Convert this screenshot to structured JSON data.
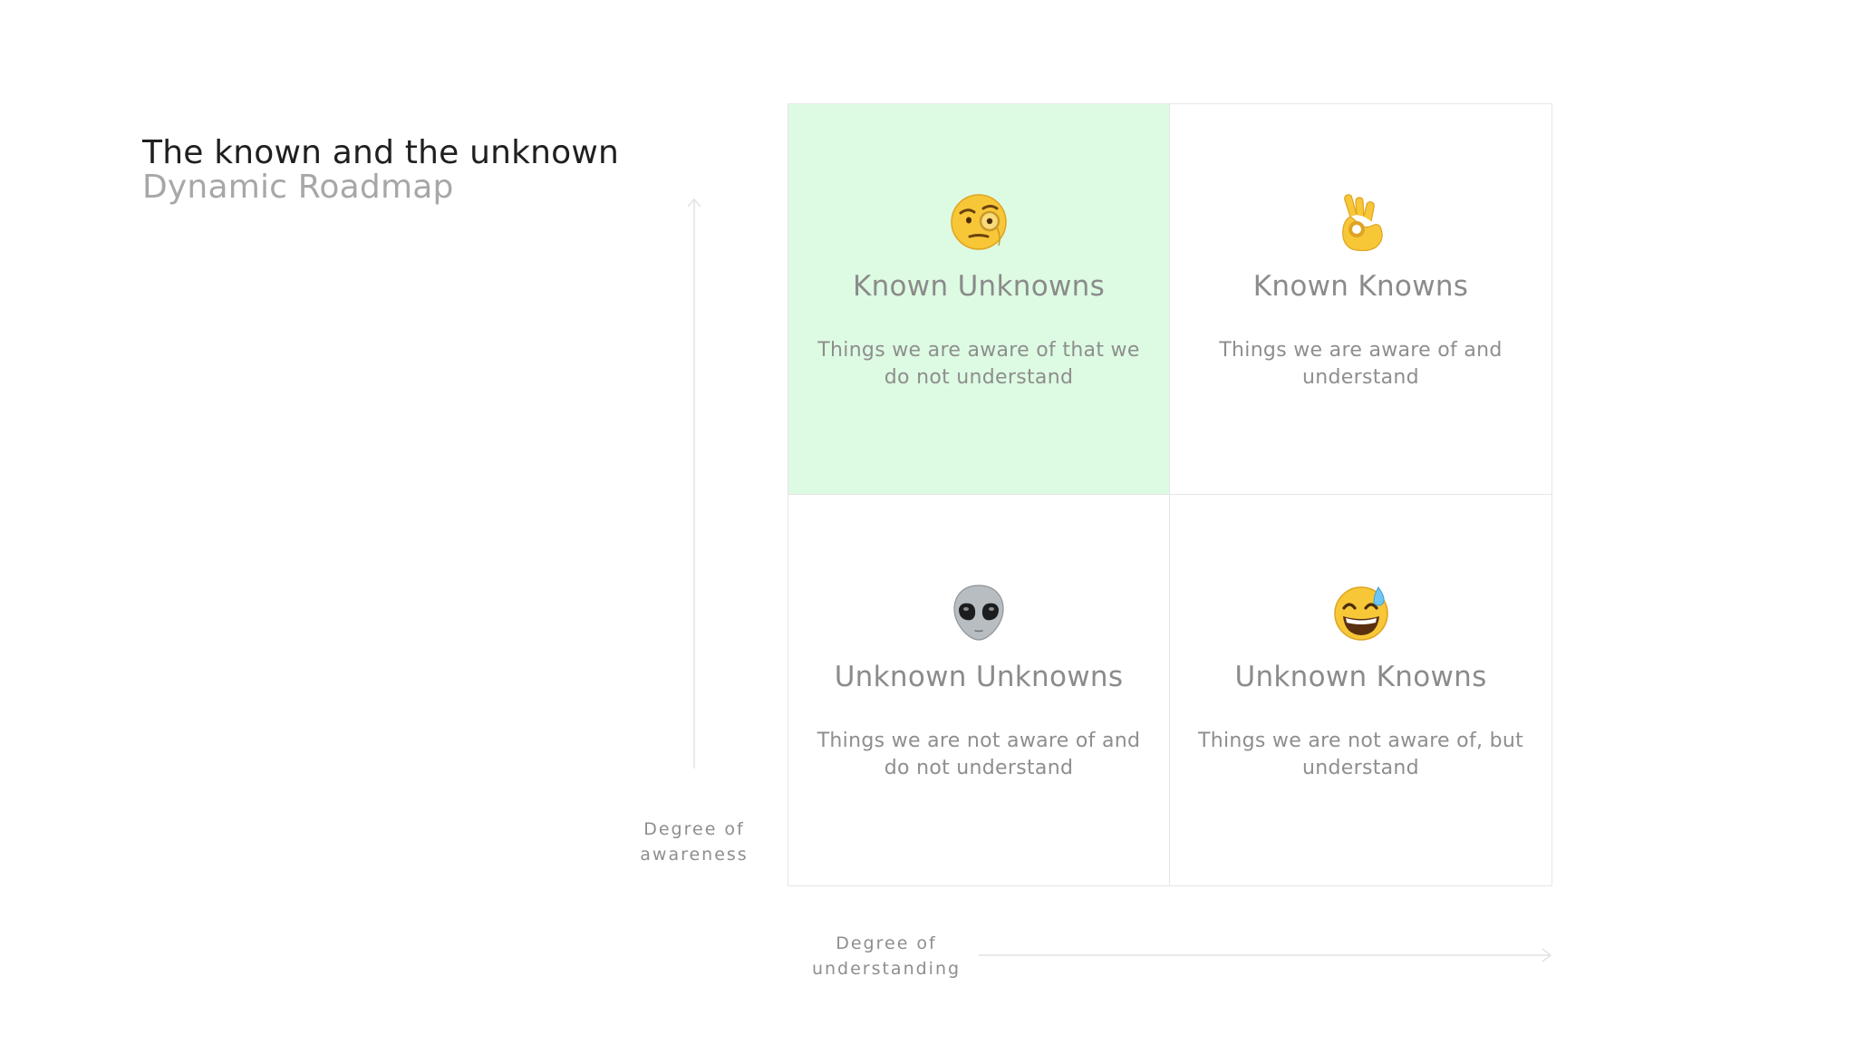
{
  "header": {
    "title": "The known and the unknown",
    "subtitle": "Dynamic Roadmap"
  },
  "axes": {
    "vertical_label": "Degree of awareness",
    "horizontal_label": "Degree of understanding"
  },
  "quadrants": [
    {
      "position": "top-left",
      "icon": "face-with-monocle-icon",
      "title": "Known Unknowns",
      "description": "Things we are aware of that we do not understand",
      "highlighted": true,
      "background": "#ddfbe2"
    },
    {
      "position": "top-right",
      "icon": "ok-hand-icon",
      "title": "Known Knowns",
      "description": "Things we are aware of and understand",
      "highlighted": false
    },
    {
      "position": "bottom-left",
      "icon": "alien-icon",
      "title": "Unknown Unknowns",
      "description": "Things we are not aware of and do not understand",
      "highlighted": false
    },
    {
      "position": "bottom-right",
      "icon": "grinning-sweat-icon",
      "title": "Unknown Knowns",
      "description": "Things we are not aware of, but understand",
      "highlighted": false
    }
  ],
  "colors": {
    "title": "#1f1f1f",
    "subtitle": "#a7a7a7",
    "highlight": "#ddfbe2",
    "grid_line": "#e6e6e6",
    "muted_text": "#8e8e8e"
  }
}
